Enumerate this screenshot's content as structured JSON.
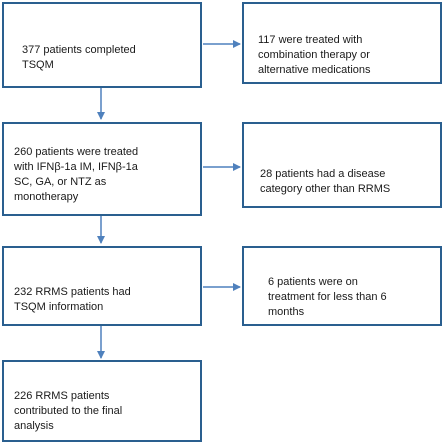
{
  "flowchart": {
    "main_steps": [
      {
        "text": "377 patients completed\nTSQM"
      },
      {
        "text": "260 patients were treated\nwith IFNβ-1a IM, IFNβ-1a\nSC, GA, or NTZ as\nmonotherapy"
      },
      {
        "text": "232 RRMS patients had\nTSQM  information"
      },
      {
        "text": "226 RRMS patients\ncontributed to the final\nanalysis"
      }
    ],
    "exclusions": [
      {
        "text": "117 were treated with\ncombination therapy or\nalternative medications"
      },
      {
        "text": "28 patients had a disease\ncategory other than RRMS"
      },
      {
        "text": "6 patients were on\ntreatment for less than 6\nmonths"
      }
    ]
  },
  "colors": {
    "box_border": "#2a5f8f",
    "arrow": "#4f81bd",
    "text": "#1a1a1a"
  }
}
